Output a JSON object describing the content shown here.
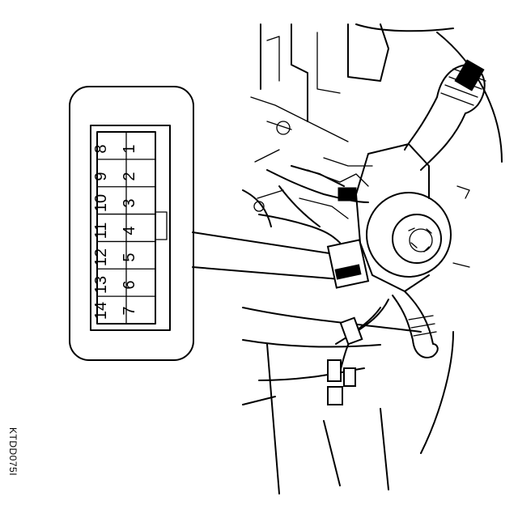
{
  "figure_code": "KTDD075I",
  "connector": {
    "top_row": [
      "1",
      "2",
      "3",
      "4",
      "5",
      "6",
      "7"
    ],
    "bottom_row": [
      "8",
      "9",
      "10",
      "11",
      "12",
      "13",
      "14"
    ]
  }
}
